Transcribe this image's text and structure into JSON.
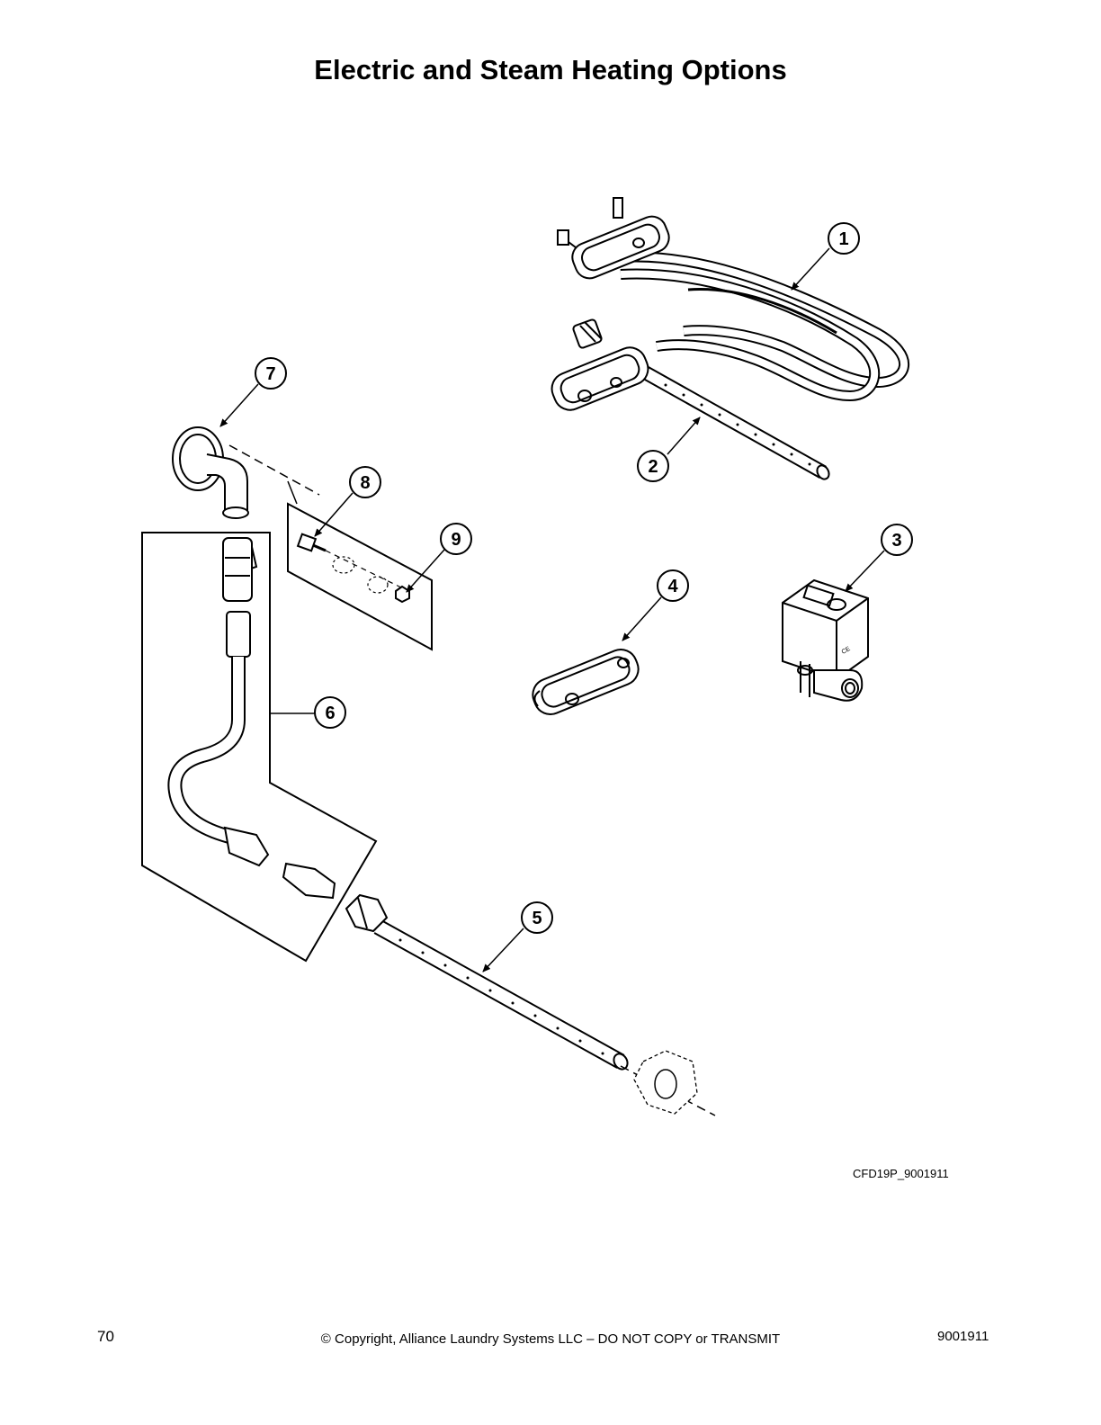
{
  "title": "Electric and Steam Heating Options",
  "figure_code": "CFD19P_9001911",
  "footer": {
    "page_number": "70",
    "copyright": "© Copyright, Alliance Laundry Systems LLC – DO NOT COPY or TRANSMIT",
    "document_number": "9001911"
  },
  "callouts": {
    "c1": "1",
    "c2": "2",
    "c3": "3",
    "c4": "4",
    "c5": "5",
    "c6": "6",
    "c7": "7",
    "c8": "8",
    "c9": "9"
  }
}
